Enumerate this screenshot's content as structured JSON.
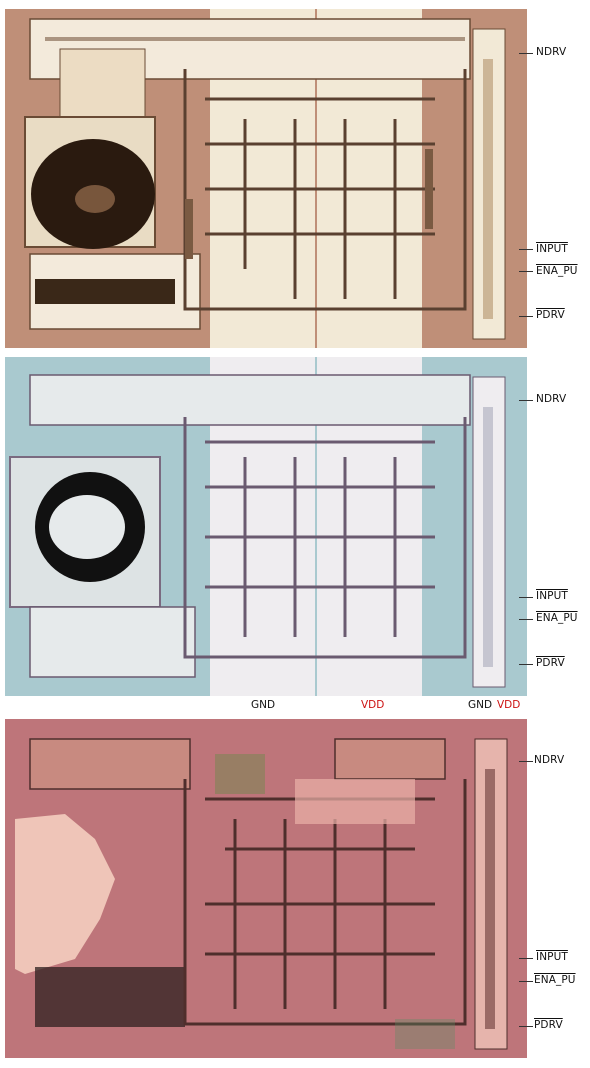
{
  "figure": {
    "panel_count": 3,
    "background": "#ffffff",
    "panels": [
      {
        "id": "panel-1",
        "base_color": "#f3eadb",
        "frame_color": "#bf8f78",
        "metal_color": "#e7dccb",
        "line_color": "#5a4030",
        "pad_fill": "#2a1a0f",
        "pins": {
          "ndrv": "NDRV",
          "input": "INPUT",
          "ena_pu": "ENA_PU",
          "pdrv": "PDRV"
        }
      },
      {
        "id": "panel-2",
        "base_color": "#e6eaeb",
        "frame_color": "#a9c9cf",
        "metal_color": "#f3f1f3",
        "line_color": "#6a5a70",
        "pad_fill": "#111111",
        "pins": {
          "ndrv": "NDRV",
          "input": "INPUT",
          "ena_pu": "ENA_PU",
          "pdrv": "PDRV"
        },
        "rails": {
          "gnd_left": "GND",
          "vdd_left": "VDD",
          "gnd_right": "GND",
          "vdd_right": "VDD",
          "gnd_color": "#111111",
          "vdd_color": "#cc1111"
        }
      },
      {
        "id": "panel-3",
        "base_color": "#c47a7e",
        "frame_color": "#b86f76",
        "metal_color": "#e9b0a8",
        "line_color": "#4f2e2c",
        "pad_fill": "#efc5b8",
        "pins": {
          "ndrv": "NDRV",
          "input": "INPUT",
          "ena_pu": "ENA_PU",
          "pdrv": "PDRV"
        }
      }
    ]
  }
}
